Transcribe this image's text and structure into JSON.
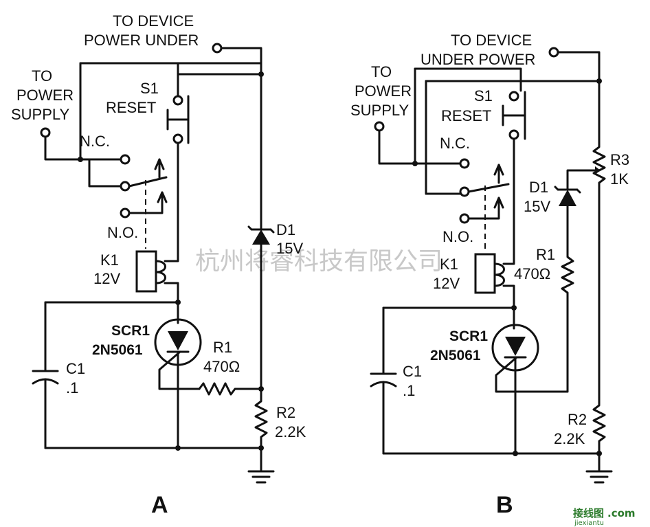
{
  "watermark": "杭州将睿科技有限公司",
  "site_logo": "接线图",
  "site_logo_suffix": ".com",
  "site_url": "jiexiantu",
  "circuit_a": {
    "panel": "A",
    "device_1": "TO DEVICE",
    "device_2": "POWER UNDER",
    "supply_1": "TO",
    "supply_2": "POWER",
    "supply_3": "SUPPLY",
    "s1": "S1",
    "reset": "RESET",
    "nc": "N.C.",
    "no": "N.O.",
    "k1": "K1",
    "k1_v": "12V",
    "d1": "D1",
    "d1_v": "15V",
    "scr1": "SCR1",
    "scr1_part": "2N5061",
    "r1": "R1",
    "r1_v": "470Ω",
    "c1": "C1",
    "c1_v": ".1",
    "r2": "R2",
    "r2_v": "2.2K"
  },
  "circuit_b": {
    "panel": "B",
    "device_1": "TO DEVICE",
    "device_2": "UNDER POWER",
    "supply_1": "TO",
    "supply_2": "POWER",
    "supply_3": "SUPPLY",
    "s1": "S1",
    "reset": "RESET",
    "nc": "N.C.",
    "no": "N.O.",
    "k1": "K1",
    "k1_v": "12V",
    "d1": "D1",
    "d1_v": "15V",
    "r1": "R1",
    "r1_v": "470Ω",
    "r3": "R3",
    "r3_v": "1K",
    "scr1": "SCR1",
    "scr1_part": "2N5061",
    "c1": "C1",
    "c1_v": ".1",
    "r2": "R2",
    "r2_v": "2.2K"
  }
}
